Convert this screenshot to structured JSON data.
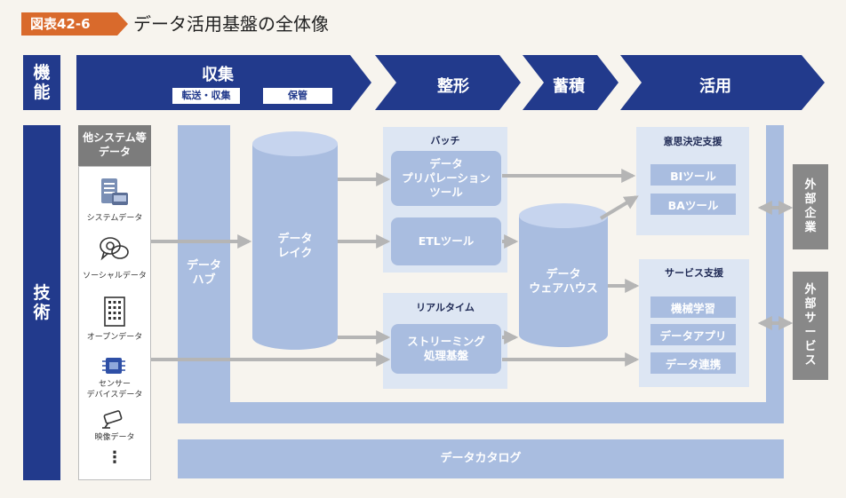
{
  "figure": {
    "number": "図表42-6",
    "title": "データ活用基盤の全体像"
  },
  "rows": {
    "function": "機能",
    "technology": "技術"
  },
  "stages": {
    "collect": {
      "label": "収集",
      "sub": [
        "転送・収集",
        "保管"
      ]
    },
    "shape": {
      "label": "整形"
    },
    "store": {
      "label": "蓄積"
    },
    "use": {
      "label": "活用"
    }
  },
  "sources": {
    "header": [
      "他システム等",
      "データ"
    ],
    "items": [
      {
        "label": [
          "システムデータ"
        ],
        "icon": "server-icon"
      },
      {
        "label": [
          "ソーシャルデータ"
        ],
        "icon": "chat-bubbles-icon"
      },
      {
        "label": [
          "オープンデータ"
        ],
        "icon": "building-icon"
      },
      {
        "label": [
          "センサー",
          "デバイスデータ"
        ],
        "icon": "chip-icon"
      },
      {
        "label": [
          "映像データ"
        ],
        "icon": "camera-icon"
      }
    ],
    "more": "⋮"
  },
  "hub": [
    "データ",
    "ハブ"
  ],
  "lake": [
    "データ",
    "レイク"
  ],
  "batch": {
    "title": "バッチ",
    "prep": [
      "データ",
      "プリパレーション",
      "ツール"
    ],
    "etl": "ETLツール"
  },
  "realtime": {
    "title": "リアルタイム",
    "stream": [
      "ストリーミング",
      "処理基盤"
    ]
  },
  "warehouse": [
    "データ",
    "ウェアハウス"
  ],
  "decision": {
    "title": "意思決定支援",
    "tools": [
      "BIツール",
      "BAツール"
    ]
  },
  "service": {
    "title": "サービス支援",
    "tools": [
      "機械学習",
      "データアプリ",
      "データ連携"
    ]
  },
  "external": {
    "companies": "外部企業",
    "services": "外部サービス"
  },
  "catalog": "データカタログ",
  "colors": {
    "navy": "#223a8c",
    "light_blue": "#a9bde0",
    "panel": "#dde6f3",
    "orange": "#d96a2c",
    "gray": "#888888",
    "arrow": "#b5b5b5"
  }
}
